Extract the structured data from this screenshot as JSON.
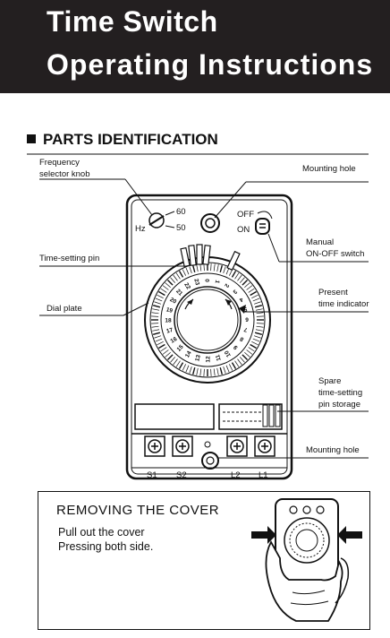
{
  "header": {
    "title_line1": "Time Switch",
    "title_line2": "Operating Instructions"
  },
  "section": {
    "title": "PARTS  IDENTIFICATION"
  },
  "callouts": {
    "frequency_line1": "Frequency",
    "frequency_line2": "selector knob",
    "mounting_hole_top": "Mounting hole",
    "manual_line1": "Manual",
    "manual_line2": "ON-OFF switch",
    "time_setting_pin": "Time-setting pin",
    "present_line1": "Present",
    "present_line2": "time indicator",
    "dial_plate": "Dial plate",
    "spare_line1": "Spare",
    "spare_line2": "time-setting",
    "spare_line3": "pin storage",
    "mounting_hole_bottom": "Mounting hole"
  },
  "device": {
    "freq_60": "60",
    "freq_50": "50",
    "freq_hz": "Hz",
    "off": "OFF",
    "on": "ON",
    "terminals": [
      "S1",
      "S2",
      "L2",
      "L1"
    ]
  },
  "cover": {
    "title": "REMOVING THE COVER",
    "line1": "Pull out the cover",
    "line2": "Pressing both side."
  }
}
